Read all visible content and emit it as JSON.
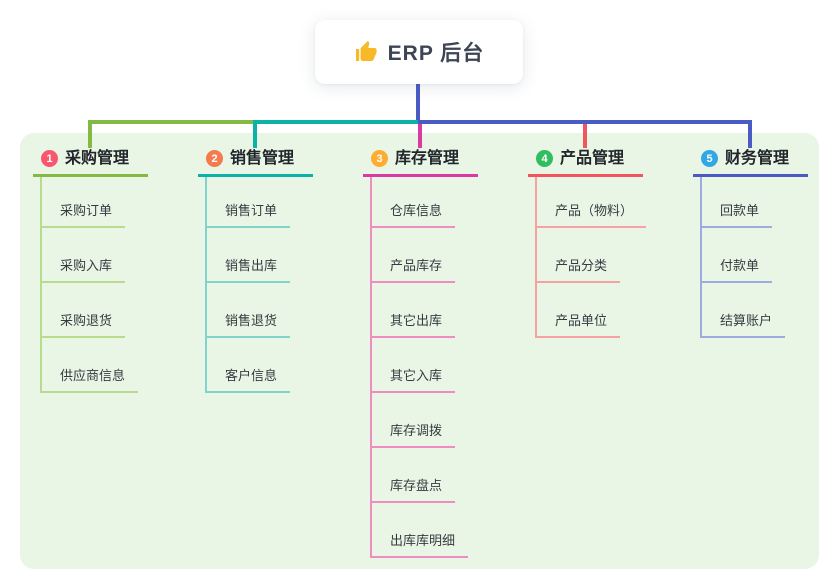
{
  "root": {
    "label": "ERP 后台",
    "icon": "thumbs-up-icon",
    "icon_color": "#f7b928"
  },
  "panel": {
    "bg": "#e9f6e5"
  },
  "connector": {
    "stem_color": "#4a5bc4",
    "bar_segment_colors": [
      "#84b944",
      "#0cb2a6",
      "#4a5bc4"
    ]
  },
  "branches": [
    {
      "num": "1",
      "label": "采购管理",
      "badge_color": "#f8576d",
      "line_color": "#84b944",
      "child_line_color": "#b9db8e",
      "children": [
        "采购订单",
        "采购入库",
        "采购退货",
        "供应商信息"
      ]
    },
    {
      "num": "2",
      "label": "销售管理",
      "badge_color": "#f57a4e",
      "line_color": "#0cb2a6",
      "child_line_color": "#7fd4cb",
      "children": [
        "销售订单",
        "销售出库",
        "销售退货",
        "客户信息"
      ]
    },
    {
      "num": "3",
      "label": "库存管理",
      "badge_color": "#ffac33",
      "line_color": "#da3ba2",
      "child_line_color": "#ef8cc2",
      "children": [
        "仓库信息",
        "产品库存",
        "其它出库",
        "其它入库",
        "库存调拨",
        "库存盘点",
        "出库库明细"
      ]
    },
    {
      "num": "4",
      "label": "产品管理",
      "badge_color": "#33bd61",
      "line_color": "#f2555e",
      "child_line_color": "#f7a2a2",
      "children": [
        "产品（物料）",
        "产品分类",
        "产品单位"
      ]
    },
    {
      "num": "5",
      "label": "财务管理",
      "badge_color": "#30a8e6",
      "line_color": "#4a5bc4",
      "child_line_color": "#9dabdf",
      "children": [
        "回款单",
        "付款单",
        "结算账户"
      ]
    }
  ]
}
